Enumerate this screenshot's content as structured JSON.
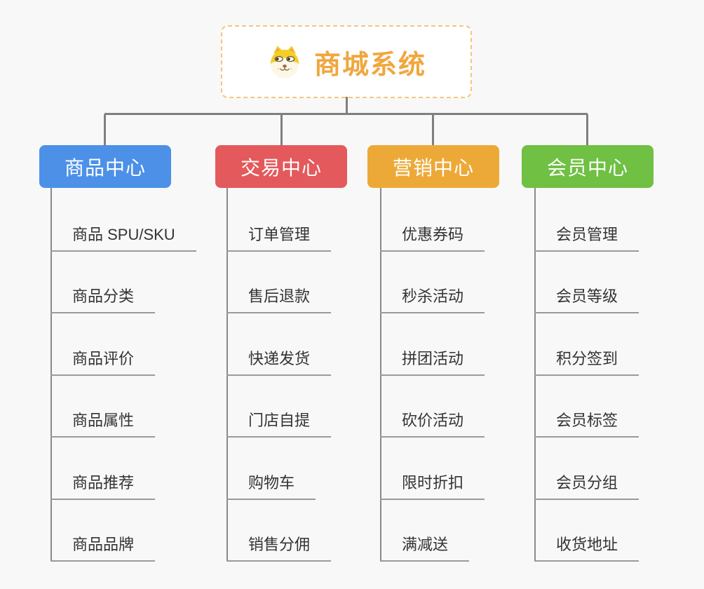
{
  "page": {
    "background_color": "#f8f8f8",
    "connector_color": "#7f7f7f"
  },
  "root": {
    "title": "商城系统",
    "title_color": "#f0a73e",
    "border_color": "#f3c77d",
    "icon": "shiba-dog-icon"
  },
  "branches": [
    {
      "label": "商品中心",
      "color": "#4c90e8",
      "items": [
        "商品 SPU/SKU",
        "商品分类",
        "商品评价",
        "商品属性",
        "商品推荐",
        "商品品牌"
      ]
    },
    {
      "label": "交易中心",
      "color": "#e4595b",
      "items": [
        "订单管理",
        "售后退款",
        "快递发货",
        "门店自提",
        "购物车",
        "销售分佣"
      ]
    },
    {
      "label": "营销中心",
      "color": "#eda938",
      "items": [
        "优惠券码",
        "秒杀活动",
        "拼团活动",
        "砍价活动",
        "限时折扣",
        "满减送"
      ]
    },
    {
      "label": "会员中心",
      "color": "#6fc043",
      "items": [
        "会员管理",
        "会员等级",
        "积分签到",
        "会员标签",
        "会员分组",
        "收货地址"
      ]
    }
  ]
}
